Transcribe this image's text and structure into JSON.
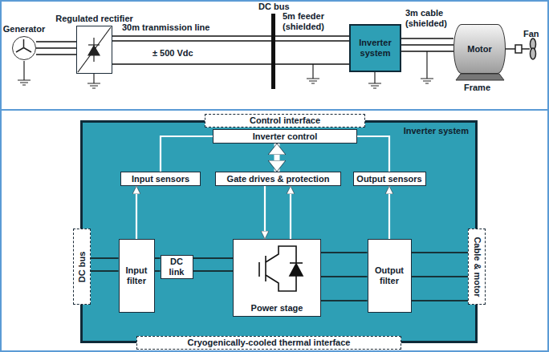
{
  "diagram": {
    "nodes": [
      {
        "text": [
          "Generator"
        ]
      },
      {
        "text": [
          "Regulated rectifier"
        ]
      },
      {
        "text": [
          "Inverter system"
        ]
      },
      {
        "text": [
          "Motor"
        ]
      },
      {
        "text": [
          "Inverter system"
        ]
      },
      {
        "text": [
          "Control interface"
        ],
        "in": 4
      },
      {
        "text": [
          "Inverter control"
        ],
        "in": 4
      },
      {
        "text": [
          "Input sensors"
        ],
        "in": 4
      },
      {
        "text": [
          "Gate drives & protection"
        ],
        "in": 4
      },
      {
        "text": [
          "Output sensors"
        ],
        "in": 4
      },
      {
        "text": [
          "DC bus"
        ],
        "in": 4
      },
      {
        "text": [
          "Input filter"
        ],
        "in": 4
      },
      {
        "text": [
          "DC link"
        ],
        "in": 4
      },
      {
        "text": [
          "Power stage"
        ],
        "in": 4
      },
      {
        "text": [
          "Output filter"
        ],
        "in": 4
      },
      {
        "text": [
          "Cable & motor"
        ],
        "in": 4
      },
      {
        "text": [
          "Cryogenically-cooled thermal interface"
        ],
        "in": 4
      }
    ],
    "edges": [
      {
        "from": 0,
        "to": 1,
        "arrow": "none"
      },
      {
        "from": 1,
        "to": 2,
        "arrow": "none"
      },
      {
        "from": 2,
        "to": 3,
        "arrow": "none"
      },
      {
        "from": 6,
        "to": 7,
        "arrow": "none"
      },
      {
        "from": 6,
        "to": 9,
        "arrow": "none"
      },
      {
        "from": 6,
        "to": 8,
        "arrow": "both"
      },
      {
        "from": 11,
        "to": 7,
        "arrow": "to"
      },
      {
        "from": 8,
        "to": 13,
        "arrow": "to"
      },
      {
        "from": 13,
        "to": 8,
        "arrow": "to"
      },
      {
        "from": 14,
        "to": 9,
        "arrow": "to"
      },
      {
        "from": 10,
        "to": 11,
        "arrow": "none"
      },
      {
        "from": 11,
        "to": 12,
        "arrow": "none"
      },
      {
        "from": 12,
        "to": 13,
        "arrow": "none"
      },
      {
        "from": 13,
        "to": 14,
        "arrow": "none"
      },
      {
        "from": 14,
        "to": 15,
        "arrow": "none"
      }
    ],
    "labels": [
      "30m tranmission line",
      "± 500 Vdc",
      "DC bus",
      "5m feeder (shielded)",
      "3m cable (shielded)",
      "Frame",
      "Fan"
    ]
  }
}
